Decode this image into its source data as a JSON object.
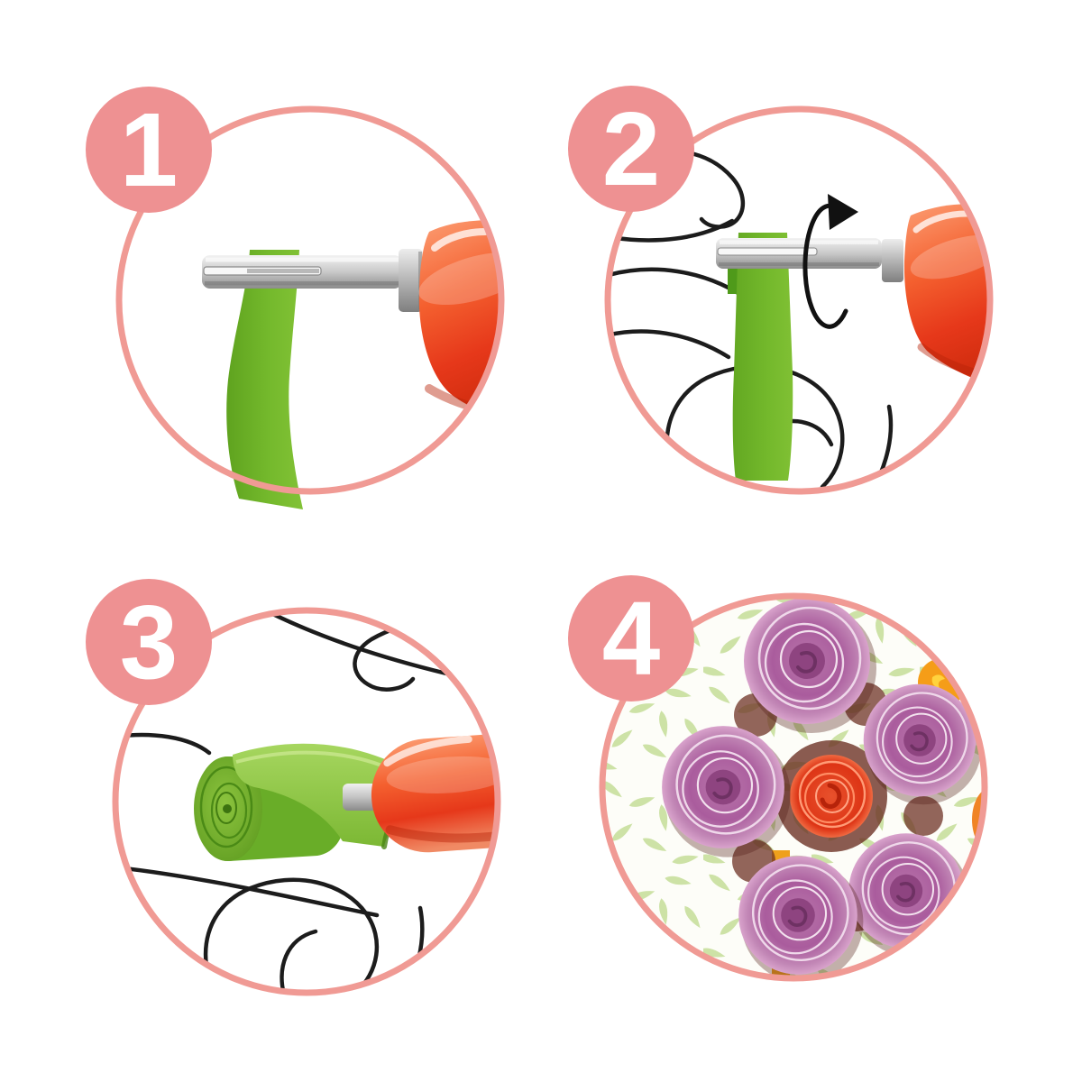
{
  "theme": {
    "page_bg": "#ffffff",
    "badge_pink": "#ee9192",
    "ring_pink": "#f09a94",
    "number_white": "#ffffff",
    "strip_green": "#72b62c",
    "strip_green_dark": "#4f9a1a",
    "line_black": "#1c1c1c",
    "leaf_green": "#cde2a6",
    "stem_orange": "#efa01c",
    "photo_bg": "#fdfdf8",
    "metal_gray": "#c9c9c9",
    "handle_orange": "#f4602f",
    "handle_orange_deep": "#cf2c0e",
    "coil_pink": "#b165a3",
    "coil_pink_light": "#d9a3cc",
    "coil_pink_deep": "#8e4480",
    "coil_red": "#e2431f",
    "gap_shadow": "#6d3226"
  },
  "steps": [
    {
      "number": "1",
      "illustration": "quilling-tool-with-paper-strip-inserted"
    },
    {
      "number": "2",
      "illustration": "hand-twisting-quilling-tool-with-rotation-arrow"
    },
    {
      "number": "3",
      "illustration": "green-paper-coil-rolled-on-quilling-tool"
    },
    {
      "number": "4",
      "illustration": "finished-quilled-paper-flower-photo"
    }
  ]
}
